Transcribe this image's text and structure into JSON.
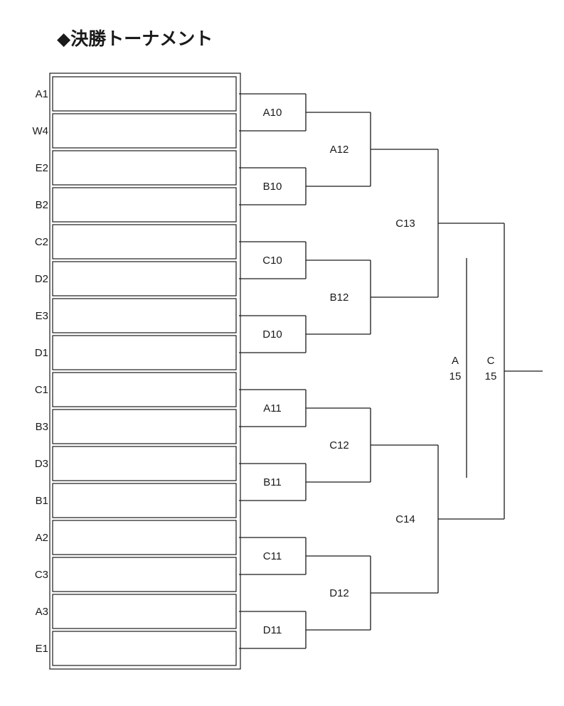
{
  "title": "◆決勝トーナメント",
  "entries": [
    "A1",
    "W4",
    "E2",
    "B2",
    "C2",
    "D2",
    "E3",
    "D1",
    "C1",
    "B3",
    "D3",
    "B1",
    "A2",
    "C3",
    "A3",
    "E1"
  ],
  "round1": [
    "A10",
    "B10",
    "C10",
    "D10",
    "A11",
    "B11",
    "C11",
    "D11"
  ],
  "round2": [
    "A12",
    "B12",
    "C12",
    "D12"
  ],
  "round3": [
    "C13",
    "C14"
  ],
  "third_place": {
    "letter": "A",
    "number": "15"
  },
  "final": {
    "letter": "C",
    "number": "15"
  }
}
